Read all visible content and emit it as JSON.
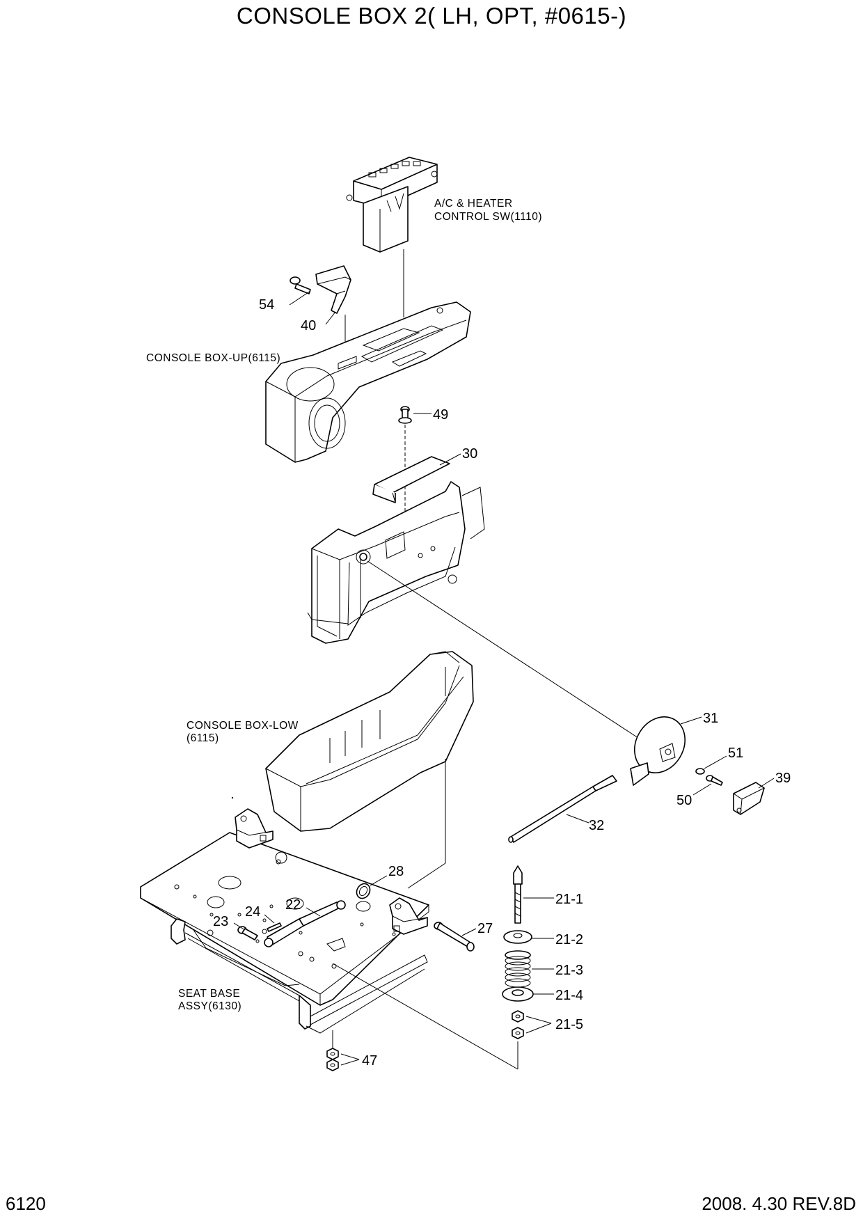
{
  "title": "CONSOLE BOX 2( LH, OPT, #0615-)",
  "page_number": "6120",
  "revision": "2008.  4.30  REV.8D",
  "captions": {
    "ac_heater_1": "A/C & HEATER",
    "ac_heater_2": "CONTROL SW(1110)",
    "console_up": "CONSOLE BOX-UP(6115)",
    "console_low_1": "CONSOLE BOX-LOW",
    "console_low_2": "(6115)",
    "seat_base_1": "SEAT BASE",
    "seat_base_2": "ASSY(6130)"
  },
  "callouts": {
    "p54": "54",
    "p40": "40",
    "p49": "49",
    "p30": "30",
    "p31": "31",
    "p51": "51",
    "p39": "39",
    "p50": "50",
    "p32": "32",
    "p28": "28",
    "p24": "24",
    "p22": "22",
    "p23": "23",
    "p27": "27",
    "p21_1": "21-1",
    "p21_2": "21-2",
    "p21_3": "21-3",
    "p21_4": "21-4",
    "p21_5": "21-5",
    "p47": "47"
  }
}
